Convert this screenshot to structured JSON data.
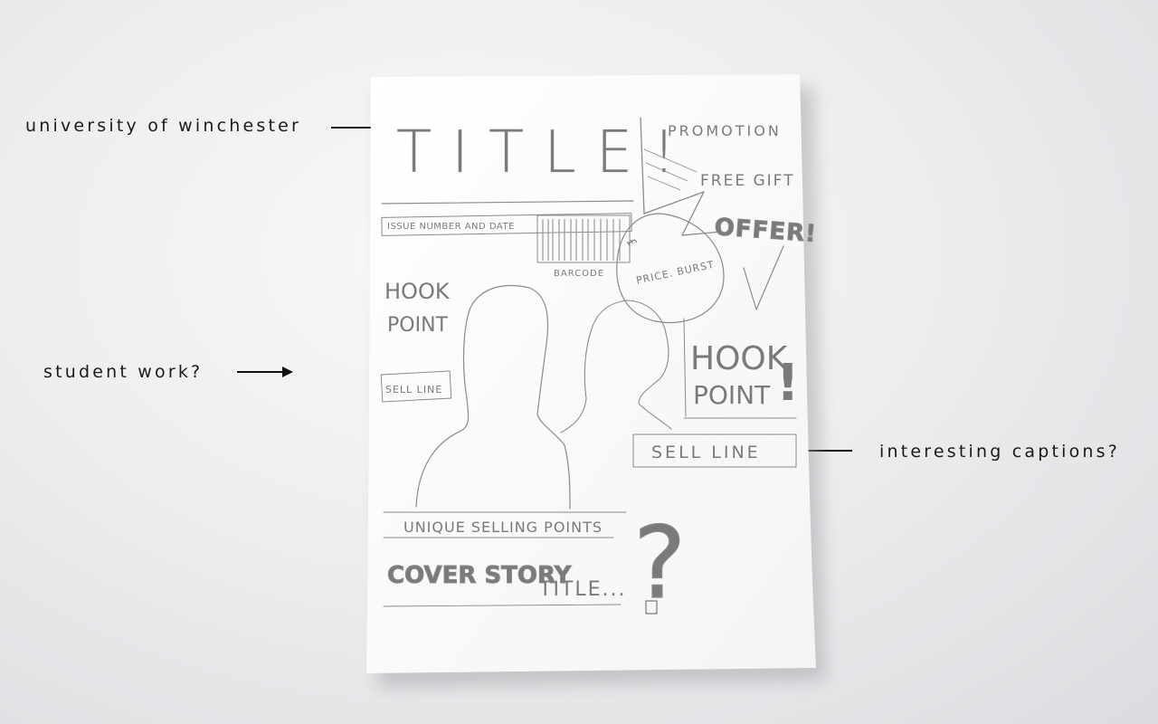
{
  "annotations": {
    "left_top": "university of winchester",
    "left_middle": "student work?",
    "right_middle": "interesting captions?"
  },
  "sketch": {
    "title": "TITLE!",
    "promotion": "PROMOTION",
    "free_gift": "FREE GIFT",
    "offer": "OFFER!",
    "issue": "ISSUE NUMBER AND DATE",
    "barcode": "BARCODE",
    "price_burst_1": "£",
    "price_burst_2": "PRICE. BURST",
    "hook_left_1": "HOOK",
    "hook_left_2": "POINT",
    "sell_left": "SELL LINE",
    "hook_right_1": "HOOK",
    "hook_right_2": "POINT",
    "hook_right_bang": "!",
    "sell_right": "SELL LINE",
    "usp": "UNIQUE SELLING POINTS",
    "cover_story_1": "COVER STORY",
    "cover_story_2": "TITLE...",
    "question": "?"
  },
  "colors": {
    "background": "#e6e6e9",
    "paper": "#fbfbfb",
    "pencil": "#7a7a7a",
    "ink": "#111111"
  }
}
